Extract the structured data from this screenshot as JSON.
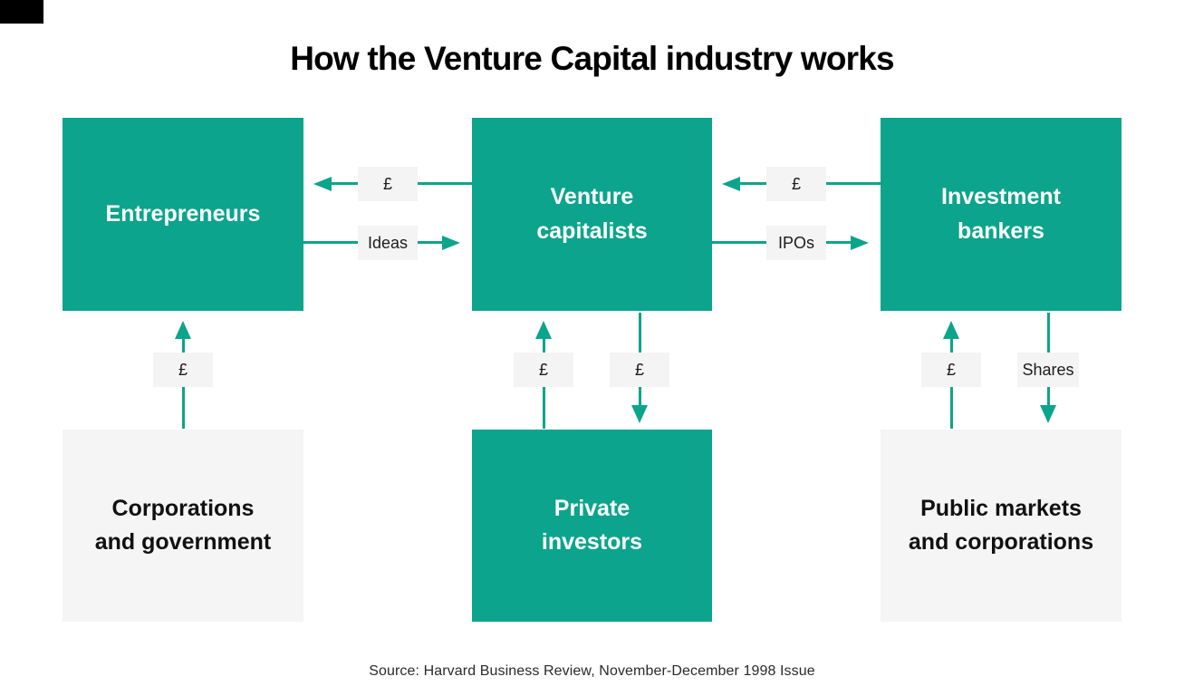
{
  "title": "How the Venture Capital industry works",
  "source": "Source: Harvard Business Review, November-December 1998 Issue",
  "colors": {
    "teal": "#0ca48c",
    "panel_gray": "#f5f5f5",
    "label_gray": "#f4f4f4"
  },
  "diagram": {
    "top_row": [
      {
        "label": "Entrepreneurs"
      },
      {
        "label": "Venture\ncapitalists"
      },
      {
        "label": "Investment\nbankers"
      }
    ],
    "bottom_row": [
      {
        "label": "Corporations\nand government"
      },
      {
        "label": "Private\ninvestors"
      },
      {
        "label": "Public markets\nand corporations"
      }
    ],
    "horizontal_flows": [
      {
        "label": "£",
        "direction": "left"
      },
      {
        "label": "Ideas",
        "direction": "right"
      },
      {
        "label": "£",
        "direction": "left"
      },
      {
        "label": "IPOs",
        "direction": "right"
      }
    ],
    "vertical_flows": [
      {
        "label": "£",
        "direction": "up"
      },
      {
        "label": "£",
        "direction": "up"
      },
      {
        "label": "£",
        "direction": "down"
      },
      {
        "label": "£",
        "direction": "up"
      },
      {
        "label": "Shares",
        "direction": "down"
      }
    ]
  }
}
